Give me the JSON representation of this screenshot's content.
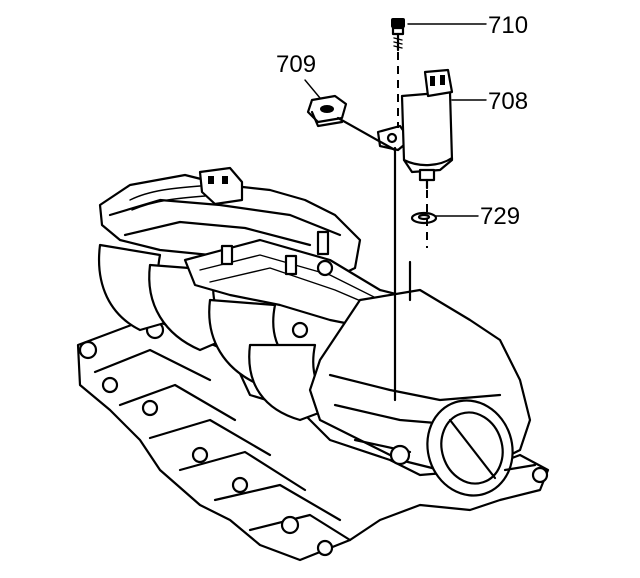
{
  "callouts": {
    "bolt": "710",
    "cover": "709",
    "sensor": "708",
    "seal": "729"
  },
  "colors": {
    "ink": "#000000",
    "paper": "#ffffff"
  }
}
